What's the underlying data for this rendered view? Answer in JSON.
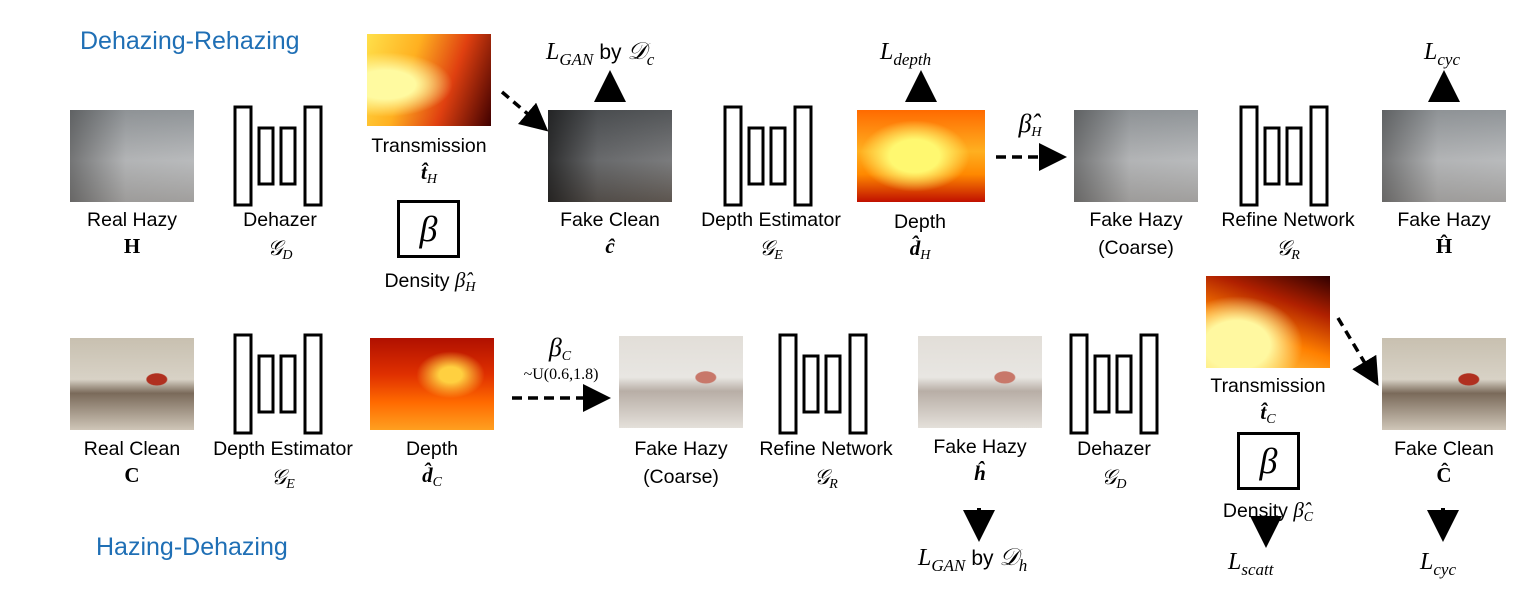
{
  "sections": {
    "top_title": "Dehazing-Rehazing",
    "bottom_title": "Hazing-Dehazing"
  },
  "top_row": {
    "real_hazy": {
      "label": "Real Hazy",
      "symbol": "H"
    },
    "dehazer": {
      "label": "Dehazer",
      "symbol": "𝒢",
      "sub": "D"
    },
    "transmission": {
      "label": "Transmission",
      "symbol": "t̂",
      "sub": "H"
    },
    "density": {
      "label": "Density",
      "symbol": "β̂",
      "sub": "H",
      "box_symbol": "β"
    },
    "fake_clean": {
      "label": "Fake Clean",
      "symbol": "ĉ"
    },
    "depth_estimator": {
      "label": "Depth Estimator",
      "symbol": "𝒢",
      "sub": "E"
    },
    "depth": {
      "label": "Depth",
      "symbol": "d̂",
      "sub": "H"
    },
    "beta_arrow": {
      "symbol": "β̂",
      "sub": "H"
    },
    "fake_hazy_coarse": {
      "label": "Fake Hazy",
      "label2": "(Coarse)"
    },
    "refine_network": {
      "label": "Refine Network",
      "symbol": "𝒢",
      "sub": "R"
    },
    "fake_hazy": {
      "label": "Fake Hazy",
      "symbol": "Ĥ"
    },
    "loss_gan": {
      "L": "L",
      "sub": "GAN",
      "by": "by",
      "D": "𝒟",
      "Dsub": "c"
    },
    "loss_depth": {
      "L": "L",
      "sub": "depth"
    },
    "loss_cyc": {
      "L": "L",
      "sub": "cyc"
    }
  },
  "bottom_row": {
    "real_clean": {
      "label": "Real Clean",
      "symbol": "C"
    },
    "depth_estimator": {
      "label": "Depth Estimator",
      "symbol": "𝒢",
      "sub": "E"
    },
    "depth": {
      "label": "Depth",
      "symbol": "d̂",
      "sub": "C"
    },
    "beta_arrow": {
      "symbol": "β",
      "sub": "C",
      "dist": "~U(0.6,1.8)"
    },
    "fake_hazy_coarse": {
      "label": "Fake Hazy",
      "label2": "(Coarse)"
    },
    "refine_network": {
      "label": "Refine Network",
      "symbol": "𝒢",
      "sub": "R"
    },
    "fake_hazy": {
      "label": "Fake Hazy",
      "symbol": "ĥ"
    },
    "dehazer": {
      "label": "Dehazer",
      "symbol": "𝒢",
      "sub": "D"
    },
    "transmission": {
      "label": "Transmission",
      "symbol": "t̂",
      "sub": "C"
    },
    "density": {
      "label": "Density",
      "symbol": "β̂",
      "sub": "C",
      "box_symbol": "β"
    },
    "fake_clean": {
      "label": "Fake Clean",
      "symbol": "Ĉ"
    },
    "loss_gan": {
      "L": "L",
      "sub": "GAN",
      "by": "by",
      "D": "𝒟",
      "Dsub": "h"
    },
    "loss_scatt": {
      "L": "L",
      "sub": "scatt"
    },
    "loss_cyc": {
      "L": "L",
      "sub": "cyc"
    }
  }
}
